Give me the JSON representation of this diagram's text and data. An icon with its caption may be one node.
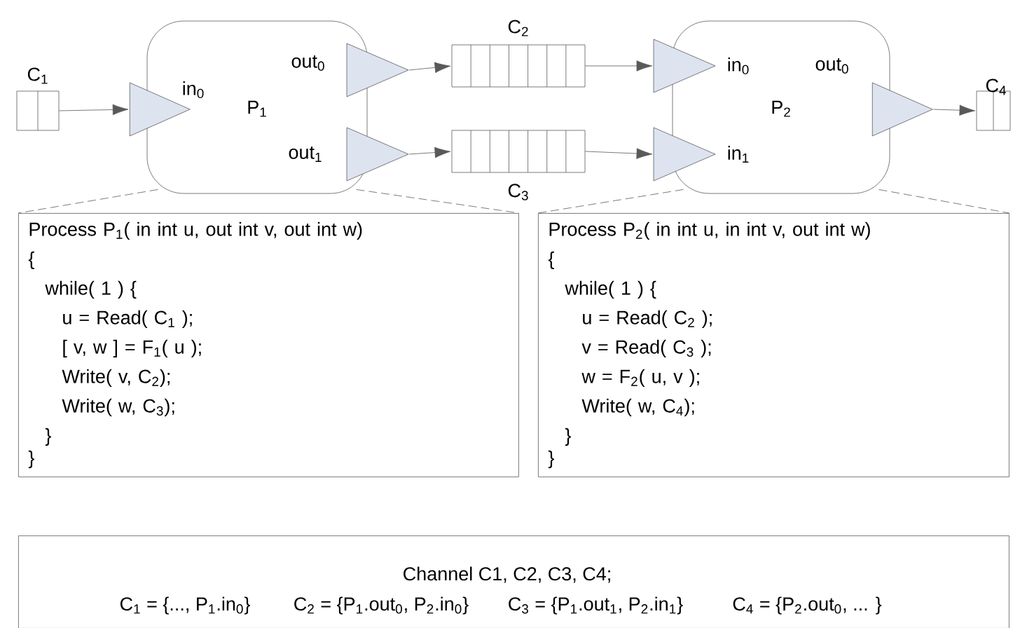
{
  "diagram": {
    "nodes": [
      {
        "text": [],
        "shape": "box",
        "beside": [
          "C$_{1}$"
        ]
      },
      {
        "text": [
          "P$_{1}$"
        ]
      },
      {
        "text": [],
        "shape": "triangle"
      },
      {
        "text": [],
        "shape": "triangle"
      },
      {
        "text": [],
        "shape": "triangle"
      },
      {
        "text": [],
        "shape": "box",
        "beside": [
          "C$_{2}$"
        ]
      },
      {
        "text": [],
        "shape": "box",
        "beside": [
          "C$_{3}$"
        ]
      },
      {
        "text": [
          "P$_{2}$"
        ]
      },
      {
        "text": [],
        "shape": "triangle"
      },
      {
        "text": [],
        "shape": "triangle"
      },
      {
        "text": [],
        "shape": "triangle"
      },
      {
        "text": [],
        "shape": "box",
        "beside": [
          "C$_{4}$"
        ]
      },
      {
        "text": [
          "Process P$_{1}$( in int u, out int v, out int w)",
          "{",
          "while( 1 ) {",
          "u = Read( C$_{1}$ );",
          "[ v, w ] = F$_{1}$( u );",
          "Write( v, C$_{2}$);",
          "Write( w, C$_{3}$);",
          "}",
          "}"
        ]
      },
      {
        "text": [
          "Process P$_{2}$( in int u, in int v, out int w)",
          "{",
          "while( 1 ) {",
          "u = Read( C$_{2}$ );",
          "v = Read( C$_{3}$ );",
          "w = F$_{2}$( u, v );",
          "Write( w, C$_{4}$);",
          "}",
          "}"
        ]
      },
      {
        "text": [
          "Channel C1, C2, C3, C4;",
          "C$_{1}$ = {..., P$_{1}$.in$_{0}$}",
          "C$_{2}$ = {P$_{1}$.out$_{0}$, P$_{2}$.in$_{0}$}",
          "C$_{3}$ = {P$_{1}$.out$_{1}$, P$_{2}$.in$_{1}$}",
          "C$_{4}$ = {P$_{2}$.out$_{0}$, ... }"
        ]
      }
    ],
    "edges": [
      {
        "from": 0,
        "to": 2,
        "arrow": "to"
      },
      {
        "from": 3,
        "to": 5,
        "arrow": "to"
      },
      {
        "from": 4,
        "to": 6,
        "arrow": "to"
      },
      {
        "from": 5,
        "to": 8,
        "arrow": "to"
      },
      {
        "from": 6,
        "to": 9,
        "arrow": "to"
      },
      {
        "from": 10,
        "to": 11,
        "arrow": "to"
      },
      {
        "from": 1,
        "to": 12,
        "arrow": "none",
        "style": "dashed"
      },
      {
        "from": 1,
        "to": 12,
        "arrow": "none",
        "style": "dashed"
      },
      {
        "from": 7,
        "to": 13,
        "arrow": "none",
        "style": "dashed"
      },
      {
        "from": 7,
        "to": 13,
        "arrow": "none",
        "style": "dashed"
      }
    ],
    "labels": [
      "in$_{0}$",
      "out$_{0}$",
      "out$_{1}$",
      "in$_{0}$",
      "out$_{0}$",
      "in$_{1}$"
    ]
  }
}
